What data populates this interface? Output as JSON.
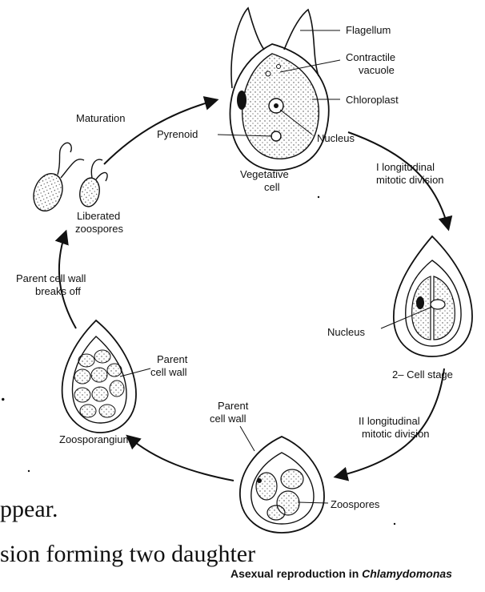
{
  "caption": {
    "prefix": "Asexual reproduction in ",
    "genus": "Chlamydomonas"
  },
  "background_text": {
    "line1": "ppear.",
    "line2": "sion forming two daughter",
    "dot": "."
  },
  "labels": {
    "flagellum": "Flagellum",
    "contractile_vacuole_1": "Contractile",
    "contractile_vacuole_2": "vacuole",
    "chloroplast": "Chloroplast",
    "nucleus_top": "Nucleus",
    "pyrenoid": "Pyrenoid",
    "vegetative_1": "Vegetative",
    "vegetative_2": "cell",
    "maturation": "Maturation",
    "first_division_1": "I  longitudinal",
    "first_division_2": "mitotic division",
    "liberated_1": "Liberated",
    "liberated_2": "zoospores",
    "wall_breaks_1": "Parent cell wall",
    "wall_breaks_2": "breaks  off",
    "nucleus_right": "Nucleus",
    "two_cell_stage": "2– Cell stage",
    "parent_wall_left_1": "Parent",
    "parent_wall_left_2": "cell wall",
    "parent_wall_bottom_1": "Parent",
    "parent_wall_bottom_2": "cell wall",
    "second_division_1": "II longitudinal",
    "second_division_2": "mitotic division",
    "zoosporangium": "Zoosporangium",
    "zoospores": "Zoospores"
  }
}
